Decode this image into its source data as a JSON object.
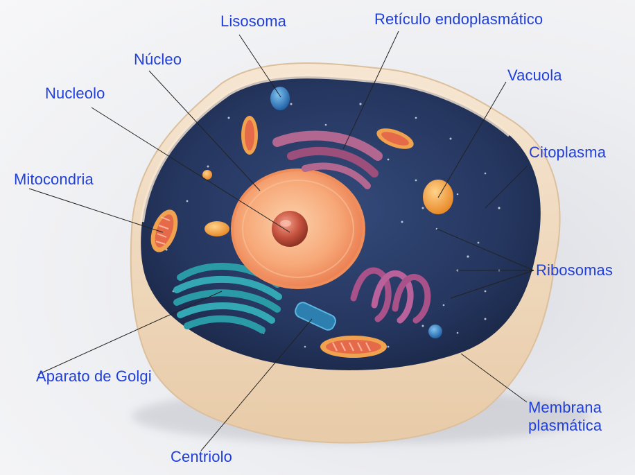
{
  "labels": {
    "lisosoma": "Lisosoma",
    "reticulo": "Retículo endoplasmático",
    "nucleo": "Núcleo",
    "vacuola": "Vacuola",
    "nucleolo": "Nucleolo",
    "citoplasma": "Citoplasma",
    "mitocondria": "Mitocondria",
    "ribosomas": "Ribosomas",
    "golgi": "Aparato de Golgi",
    "membrana_line1": "Membrana",
    "membrana_line2": "plasmática",
    "centriolo": "Centriolo"
  },
  "colors": {
    "label_text": "#1f3fd8",
    "leader_line": "#222222",
    "cytoplasm": "#25365f",
    "membrane": "#f1d9bd",
    "nucleus": "#f49a6a",
    "nucleolus": "#c4513d",
    "golgi": "#2a9aa6",
    "reticulum": "#a0527d",
    "mitochondria": "#e56a4a",
    "lysosome": "#2f7fc1",
    "vacuole": "#f29a3a"
  }
}
